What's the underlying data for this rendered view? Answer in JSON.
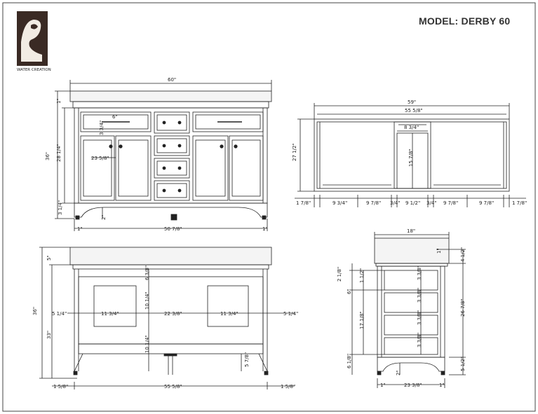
{
  "title": "MODEL: DERBY 60",
  "logo": {
    "name": "logo-icon",
    "text": "WATER CREATION"
  },
  "colors": {
    "line": "#222222",
    "logo_bg": "#3a2a24",
    "cabinet_fill": "#f4f4f4"
  },
  "front_view": {
    "width_top": "60\"",
    "inner_width": "50 7/8\"",
    "height": "36\"",
    "body_height": "28 1/4\"",
    "top_thickness": "1\"",
    "leg_height": "3 1/4\"",
    "door_width": "23 5/8\"",
    "drawer_height": "3 3/4\"",
    "pull_width": "6\"",
    "toe_kick": "2\"",
    "side_offset_left": "1\"",
    "side_offset_right": "1\""
  },
  "top_view": {
    "overall_width": "59\"",
    "inner_width": "55 5/8\"",
    "height": "27 1/2\"",
    "center_gap": "8 3/4\"",
    "center_height": "15 7/8\"",
    "bottom_dims": [
      "1 7/8\"",
      "9 3/4\"",
      "9 7/8\"",
      "3/4\"",
      "9 1/2\"",
      "3/4\"",
      "9 7/8\"",
      "9 7/8\"",
      "1 7/8\""
    ]
  },
  "back_view": {
    "height_total": "36\"",
    "top_height": "5\"",
    "body_height": "33\"",
    "inner_width": "55 5/8\"",
    "side_left": "5 1/4\"",
    "side_right": "5 1/4\"",
    "opening_width_left": "11 3/4\"",
    "opening_width_right": "11 3/4\"",
    "center_distance": "22 3/8\"",
    "upper_dim": "6 3/8\"",
    "mid_dim": "10 1/4\"",
    "lower_dim": "10 1/4\"",
    "plumbing": "5 7/8\"",
    "foot_left": "1 5/8\"",
    "foot_right": "1 5/8\""
  },
  "side_view": {
    "depth_top": "18\"",
    "inner_depth": "23 3/8\"",
    "height": "26 7/8\"",
    "top_height": "4 1/2\"",
    "top_offset": "1\"",
    "back_dim_1": "2 1/8\"",
    "back_dim_2": "1 1/2\"",
    "back_dim_3": "6\"",
    "drawer_height": "17 1/8\"",
    "foot_height": "6 1/8\"",
    "leg_height": "5 1/2\"",
    "shelf_dims": [
      "3 3/8\"",
      "3 3/8\"",
      "3 3/8\"",
      "3 3/8\""
    ],
    "kick": "2\"",
    "side_left": "1\"",
    "side_right": "1\""
  }
}
